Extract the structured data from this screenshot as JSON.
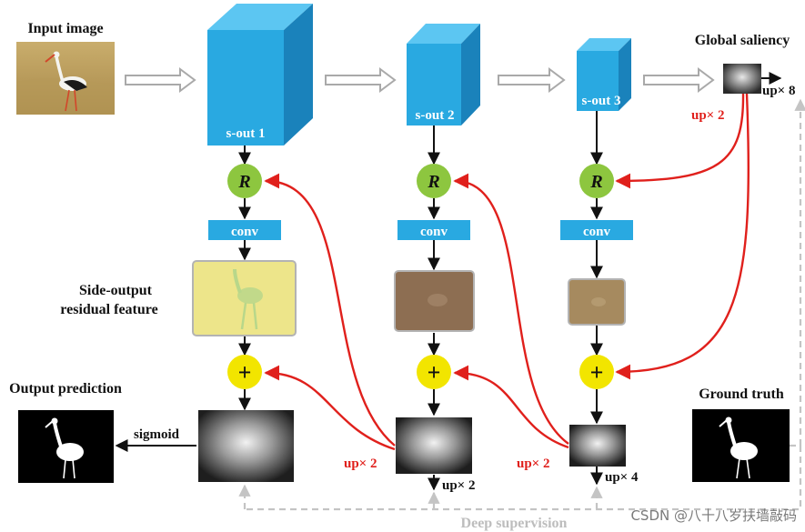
{
  "labels": {
    "input_image": "Input image",
    "global_saliency": "Global saliency",
    "side_output_line1": "Side-output",
    "side_output_line2": "residual feature",
    "output_prediction": "Output prediction",
    "ground_truth": "Ground truth",
    "deep_supervision": "Deep supervision",
    "sigmoid": "sigmoid"
  },
  "stages": [
    {
      "sout": "s-out 1",
      "r": "R",
      "conv": "conv",
      "plus": "+"
    },
    {
      "sout": "s-out 2",
      "r": "R",
      "conv": "conv",
      "plus": "+"
    },
    {
      "sout": "s-out 3",
      "r": "R",
      "conv": "conv",
      "plus": "+"
    }
  ],
  "upsample": {
    "global_up8": "up× 8",
    "global_up2": "up× 2",
    "stage2_up2": "up× 2",
    "stage2_up2_bottom": "up× 2",
    "stage3_up2": "up× 2",
    "stage3_up4": "up× 4"
  },
  "watermark": "CSDN @八十八岁扶墙敲码",
  "colors": {
    "cube_front": "#29a9e1",
    "cube_top": "#5cc6f2",
    "cube_side": "#1a82bb",
    "r_circle": "#8dc63f",
    "plus_circle": "#f2e500",
    "conv_bar": "#29a9e1",
    "red_arrow": "#e0201c"
  }
}
